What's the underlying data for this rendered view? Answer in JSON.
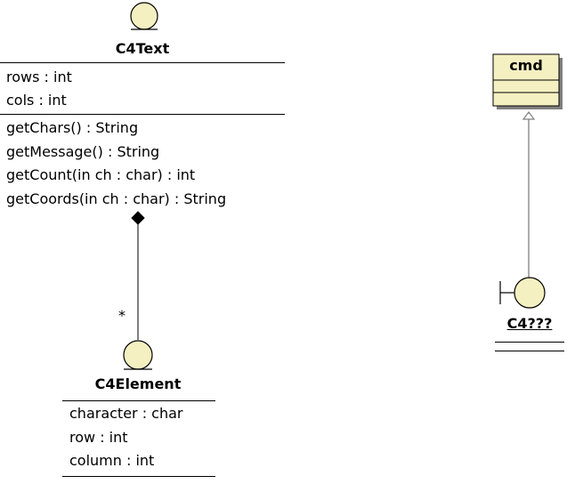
{
  "classes": {
    "c4text": {
      "name": "C4Text",
      "attributes": [
        "rows : int",
        "cols : int"
      ],
      "operations": [
        "getChars() : String",
        "getMessage() : String",
        "getCount(in ch : char) : int",
        "getCoords(in ch : char) : String"
      ]
    },
    "c4element": {
      "name": "C4Element",
      "attributes": [
        "character : char",
        "row : int",
        "column : int"
      ]
    },
    "cmd": {
      "name": "cmd"
    },
    "c4unknown": {
      "name": "C4???"
    }
  },
  "associations": {
    "composition_multiplicity": "*"
  },
  "colors": {
    "entity_fill": "#f5f0c1",
    "line": "#000000",
    "shadow": "#808080"
  }
}
